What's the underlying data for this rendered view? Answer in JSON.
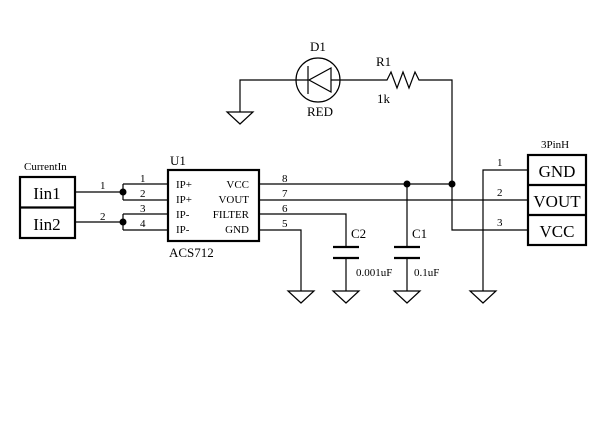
{
  "colors": {
    "line": "#000000",
    "background": "#ffffff"
  },
  "led": {
    "ref": "D1",
    "value": "RED"
  },
  "resistor": {
    "ref": "R1",
    "value": "1k"
  },
  "input_connector": {
    "name": "CurrentIn",
    "pins": [
      "Iin1",
      "Iin2"
    ],
    "pin_numbers": [
      "1",
      "2"
    ]
  },
  "ic": {
    "ref": "U1",
    "part": "ACS712",
    "left_pin_numbers": [
      "1",
      "2",
      "3",
      "4"
    ],
    "left_pin_labels": [
      "IP+",
      "IP+",
      "IP-",
      "IP-"
    ],
    "right_pin_numbers": [
      "8",
      "7",
      "6",
      "5"
    ],
    "right_pin_labels": [
      "VCC",
      "VOUT",
      "FILTER",
      "GND"
    ]
  },
  "cap_c2": {
    "ref": "C2",
    "value": "0.001uF"
  },
  "cap_c1": {
    "ref": "C1",
    "value": "0.1uF"
  },
  "output_connector": {
    "name": "3PinH",
    "pins": [
      "GND",
      "VOUT",
      "VCC"
    ],
    "pin_numbers": [
      "1",
      "2",
      "3"
    ]
  }
}
